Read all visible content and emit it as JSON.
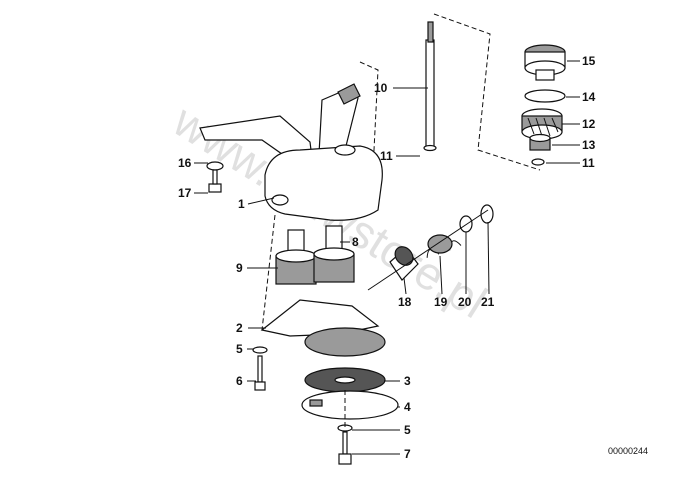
{
  "callouts": {
    "c1": "1",
    "c2": "2",
    "c3": "3",
    "c4": "4",
    "c5a": "5",
    "c5b": "5",
    "c6": "6",
    "c7": "7",
    "c8": "8",
    "c9": "9",
    "c10": "10",
    "c11a": "11",
    "c11b": "11",
    "c12": "12",
    "c13": "13",
    "c14": "14",
    "c15": "15",
    "c16": "16",
    "c17": "17",
    "c18": "18",
    "c19": "19",
    "c20": "20",
    "c21": "21"
  },
  "part_number": "00000244",
  "watermark": "www.bmwstore.pl"
}
